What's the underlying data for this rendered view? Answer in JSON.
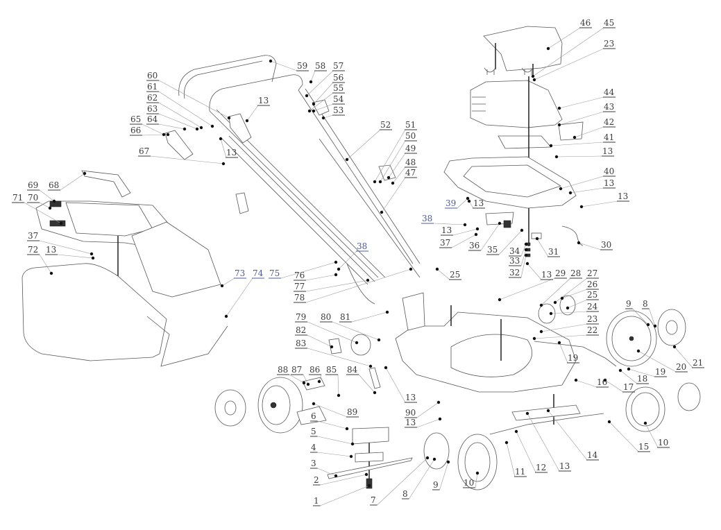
{
  "title": "Lawn mower exploded parts diagram",
  "accent_colors": {
    "label": "#3a3a3a",
    "label_alt": "#4a5aa0",
    "line": "#555555"
  },
  "labels": [
    {
      "id": "46",
      "text": "46"
    },
    {
      "id": "45",
      "text": "45"
    },
    {
      "id": "23a",
      "text": "23"
    },
    {
      "id": "44",
      "text": "44"
    },
    {
      "id": "43",
      "text": "43"
    },
    {
      "id": "42",
      "text": "42"
    },
    {
      "id": "41",
      "text": "41"
    },
    {
      "id": "13a",
      "text": "13"
    },
    {
      "id": "40",
      "text": "40"
    },
    {
      "id": "13b",
      "text": "13"
    },
    {
      "id": "13c",
      "text": "13"
    },
    {
      "id": "39",
      "text": "39"
    },
    {
      "id": "13d",
      "text": "13"
    },
    {
      "id": "38a",
      "text": "38"
    },
    {
      "id": "13e",
      "text": "13"
    },
    {
      "id": "37a",
      "text": "37"
    },
    {
      "id": "36",
      "text": "36"
    },
    {
      "id": "35",
      "text": "35"
    },
    {
      "id": "34",
      "text": "34"
    },
    {
      "id": "33",
      "text": "33"
    },
    {
      "id": "32",
      "text": "32"
    },
    {
      "id": "31",
      "text": "31"
    },
    {
      "id": "30",
      "text": "30"
    },
    {
      "id": "25a",
      "text": "25"
    },
    {
      "id": "13f",
      "text": "13"
    },
    {
      "id": "29",
      "text": "29"
    },
    {
      "id": "28",
      "text": "28"
    },
    {
      "id": "27",
      "text": "27"
    },
    {
      "id": "26",
      "text": "26"
    },
    {
      "id": "25b",
      "text": "25"
    },
    {
      "id": "24",
      "text": "24"
    },
    {
      "id": "23b",
      "text": "23"
    },
    {
      "id": "22",
      "text": "22"
    },
    {
      "id": "9a",
      "text": "9"
    },
    {
      "id": "8a",
      "text": "8"
    },
    {
      "id": "19a",
      "text": "19"
    },
    {
      "id": "20",
      "text": "20"
    },
    {
      "id": "21",
      "text": "21"
    },
    {
      "id": "19b",
      "text": "19"
    },
    {
      "id": "18",
      "text": "18"
    },
    {
      "id": "17",
      "text": "17"
    },
    {
      "id": "16",
      "text": "16"
    },
    {
      "id": "15",
      "text": "15"
    },
    {
      "id": "10a",
      "text": "10"
    },
    {
      "id": "14",
      "text": "14"
    },
    {
      "id": "13g",
      "text": "13"
    },
    {
      "id": "12",
      "text": "12"
    },
    {
      "id": "11",
      "text": "11"
    },
    {
      "id": "10b",
      "text": "10"
    },
    {
      "id": "9b",
      "text": "9"
    },
    {
      "id": "8b",
      "text": "8"
    },
    {
      "id": "7",
      "text": "7"
    },
    {
      "id": "1",
      "text": "1"
    },
    {
      "id": "2",
      "text": "2"
    },
    {
      "id": "3",
      "text": "3"
    },
    {
      "id": "4",
      "text": "4"
    },
    {
      "id": "5",
      "text": "5"
    },
    {
      "id": "6",
      "text": "6"
    },
    {
      "id": "89",
      "text": "89"
    },
    {
      "id": "90",
      "text": "90"
    },
    {
      "id": "13h",
      "text": "13"
    },
    {
      "id": "13i",
      "text": "13"
    },
    {
      "id": "88",
      "text": "88"
    },
    {
      "id": "87",
      "text": "87"
    },
    {
      "id": "86",
      "text": "86"
    },
    {
      "id": "85",
      "text": "85"
    },
    {
      "id": "84",
      "text": "84"
    },
    {
      "id": "83",
      "text": "83"
    },
    {
      "id": "82",
      "text": "82"
    },
    {
      "id": "79",
      "text": "79"
    },
    {
      "id": "80",
      "text": "80"
    },
    {
      "id": "81",
      "text": "81"
    },
    {
      "id": "78",
      "text": "78"
    },
    {
      "id": "77",
      "text": "77"
    },
    {
      "id": "76",
      "text": "76"
    },
    {
      "id": "75",
      "text": "75"
    },
    {
      "id": "74",
      "text": "74"
    },
    {
      "id": "73",
      "text": "73"
    },
    {
      "id": "38b",
      "text": "38"
    },
    {
      "id": "72",
      "text": "72"
    },
    {
      "id": "13j",
      "text": "13"
    },
    {
      "id": "37b",
      "text": "37"
    },
    {
      "id": "71",
      "text": "71"
    },
    {
      "id": "70",
      "text": "70"
    },
    {
      "id": "69",
      "text": "69"
    },
    {
      "id": "68",
      "text": "68"
    },
    {
      "id": "67",
      "text": "67"
    },
    {
      "id": "66",
      "text": "66"
    },
    {
      "id": "65",
      "text": "65"
    },
    {
      "id": "64",
      "text": "64"
    },
    {
      "id": "63",
      "text": "63"
    },
    {
      "id": "62",
      "text": "62"
    },
    {
      "id": "61",
      "text": "61"
    },
    {
      "id": "60",
      "text": "60"
    },
    {
      "id": "13k",
      "text": "13"
    },
    {
      "id": "13l",
      "text": "13"
    },
    {
      "id": "59",
      "text": "59"
    },
    {
      "id": "58",
      "text": "58"
    },
    {
      "id": "57",
      "text": "57"
    },
    {
      "id": "56",
      "text": "56"
    },
    {
      "id": "55",
      "text": "55"
    },
    {
      "id": "54",
      "text": "54"
    },
    {
      "id": "53",
      "text": "53"
    },
    {
      "id": "52",
      "text": "52"
    },
    {
      "id": "51",
      "text": "51"
    },
    {
      "id": "50",
      "text": "50"
    },
    {
      "id": "49",
      "text": "49"
    },
    {
      "id": "48",
      "text": "48"
    },
    {
      "id": "47",
      "text": "47"
    }
  ]
}
